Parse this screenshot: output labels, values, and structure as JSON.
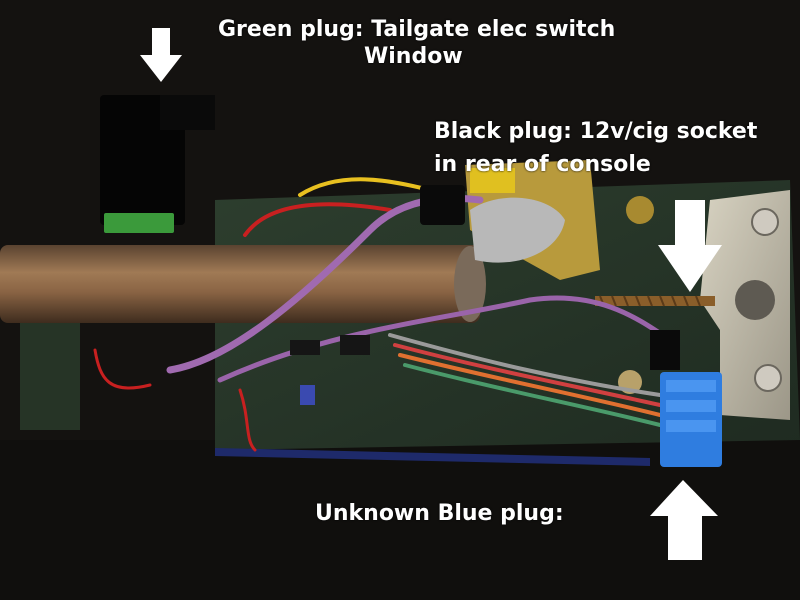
{
  "annotations": {
    "green_plug_line1": "Green plug: Tailgate elec switch",
    "green_plug_line2": "Window",
    "black_plug_line1": "Black plug: 12v/cig socket",
    "black_plug_line2": "in rear of console",
    "blue_plug": "Unknown Blue plug:"
  },
  "colors": {
    "carpet": "#141210",
    "panel_green": "#2b3b2b",
    "pipe": "#7a5a3c",
    "blue_plug": "#2f7de0",
    "green_plug": "#3b9a3b",
    "arrow": "#ffffff"
  },
  "icons": [
    "down-arrow-icon",
    "up-arrow-icon"
  ]
}
